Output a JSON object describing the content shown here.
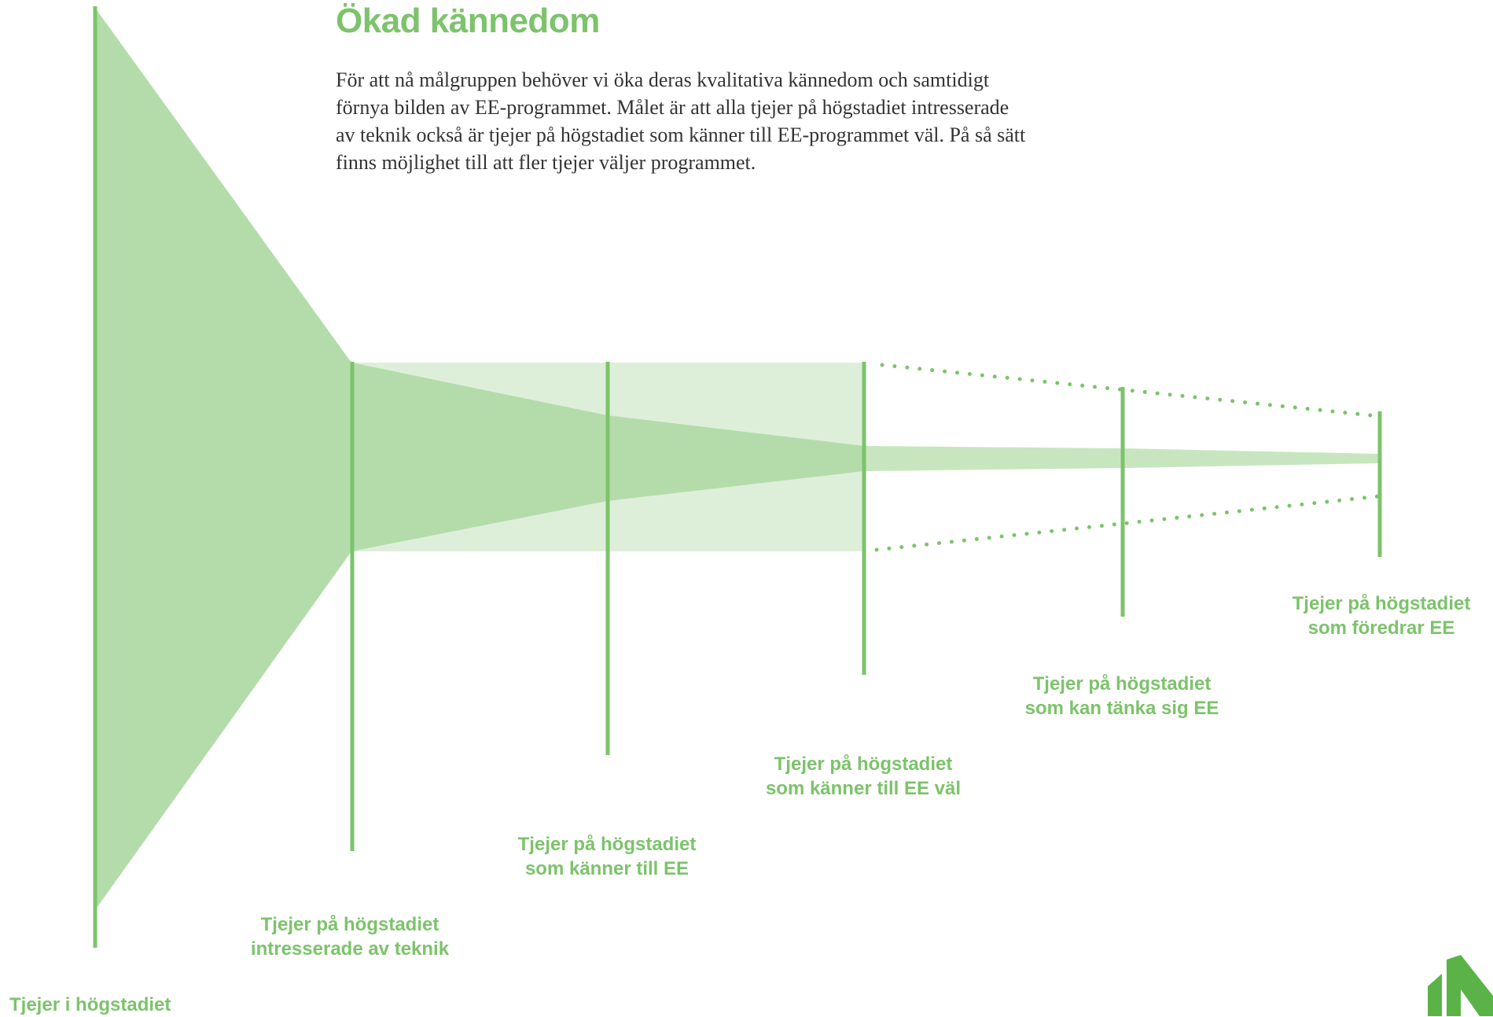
{
  "title": "Ökad kännedom",
  "intro": "För att nå målgruppen behöver vi öka deras kvalitativa kännedom och samtidigt förnya bilden av EE-programmet. Målet är att alla tjejer på högstadiet intresserade av teknik också är tjejer på högstadiet som känner till EE-programmet väl. På så sätt finns möjlighet till att fler tjejer väljer programmet.",
  "stages": [
    {
      "line1": "Tjejer i högstadiet",
      "line2": ""
    },
    {
      "line1": "Tjejer på högstadiet",
      "line2": "intresserade av teknik"
    },
    {
      "line1": "Tjejer på högstadiet",
      "line2": "som känner till EE"
    },
    {
      "line1": "Tjejer på högstadiet",
      "line2": "som känner till EE väl"
    },
    {
      "line1": "Tjejer på högstadiet",
      "line2": "som kan tänka sig EE"
    },
    {
      "line1": "Tjejer på högstadiet",
      "line2": "som föredrar EE"
    }
  ],
  "colors": {
    "accent": "#7cc36b",
    "funnel_main": "#b3dcaa",
    "funnel_light": "#deefd9",
    "funnel_narrow": "#c7e6bf",
    "text": "#333333"
  },
  "logo": {
    "icon": "brand-logo-icon"
  }
}
